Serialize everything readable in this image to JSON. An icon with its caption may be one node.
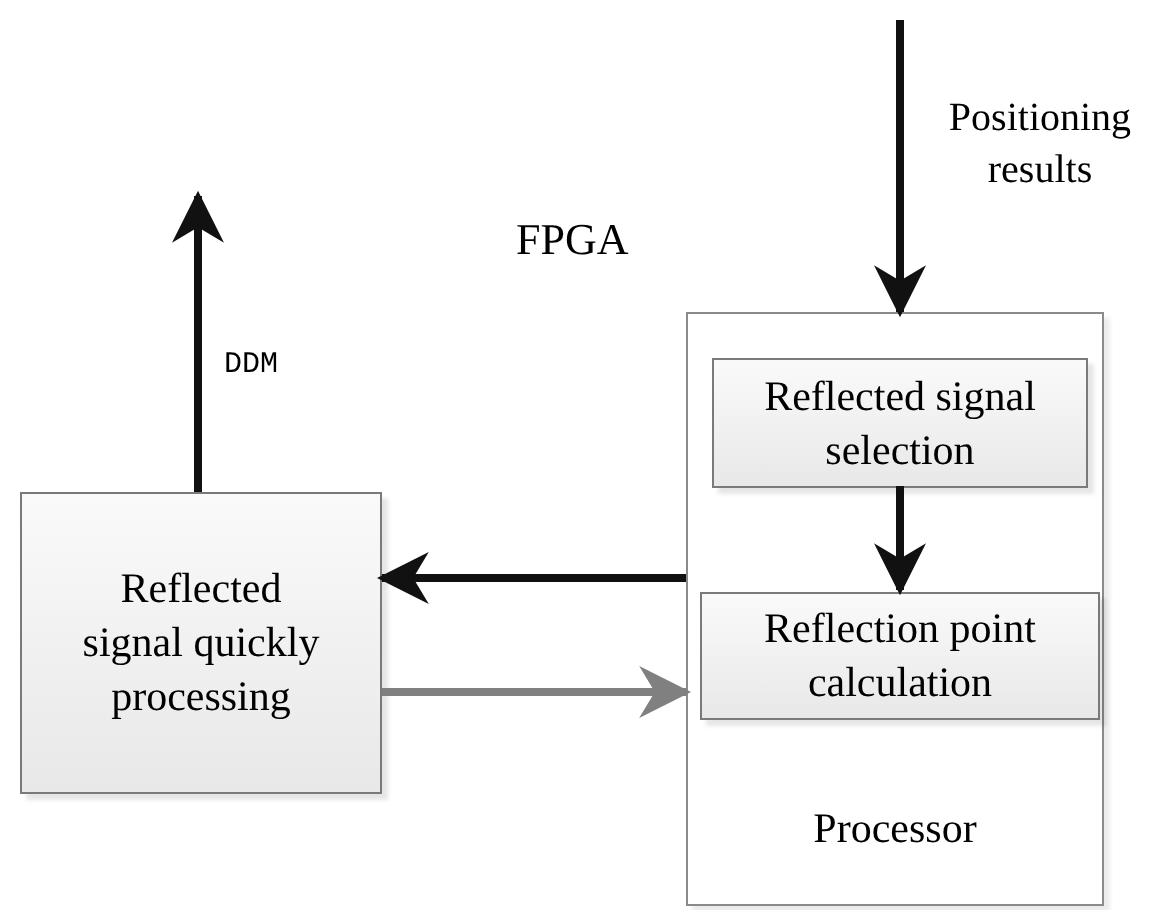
{
  "diagram": {
    "nodes": [
      {
        "text": [
          "Reflected signal quickly processing"
        ]
      },
      {
        "text": [
          "Processor"
        ]
      },
      {
        "text": [
          "Reflected signal selection"
        ],
        "in": 1
      },
      {
        "text": [
          "Reflection point calculation"
        ],
        "in": 1
      }
    ],
    "edges": [
      {
        "from": 0,
        "to": null,
        "arrow": "to",
        "label": "DDM"
      },
      {
        "from": null,
        "to": 1,
        "arrow": "to",
        "label": "Positioning results"
      },
      {
        "from": 1,
        "to": 0,
        "arrow": "to"
      },
      {
        "from": 0,
        "to": 1,
        "arrow": "to",
        "color": "#808080"
      },
      {
        "from": 2,
        "to": 3,
        "arrow": "to"
      }
    ],
    "labels": [
      "FPGA"
    ]
  }
}
